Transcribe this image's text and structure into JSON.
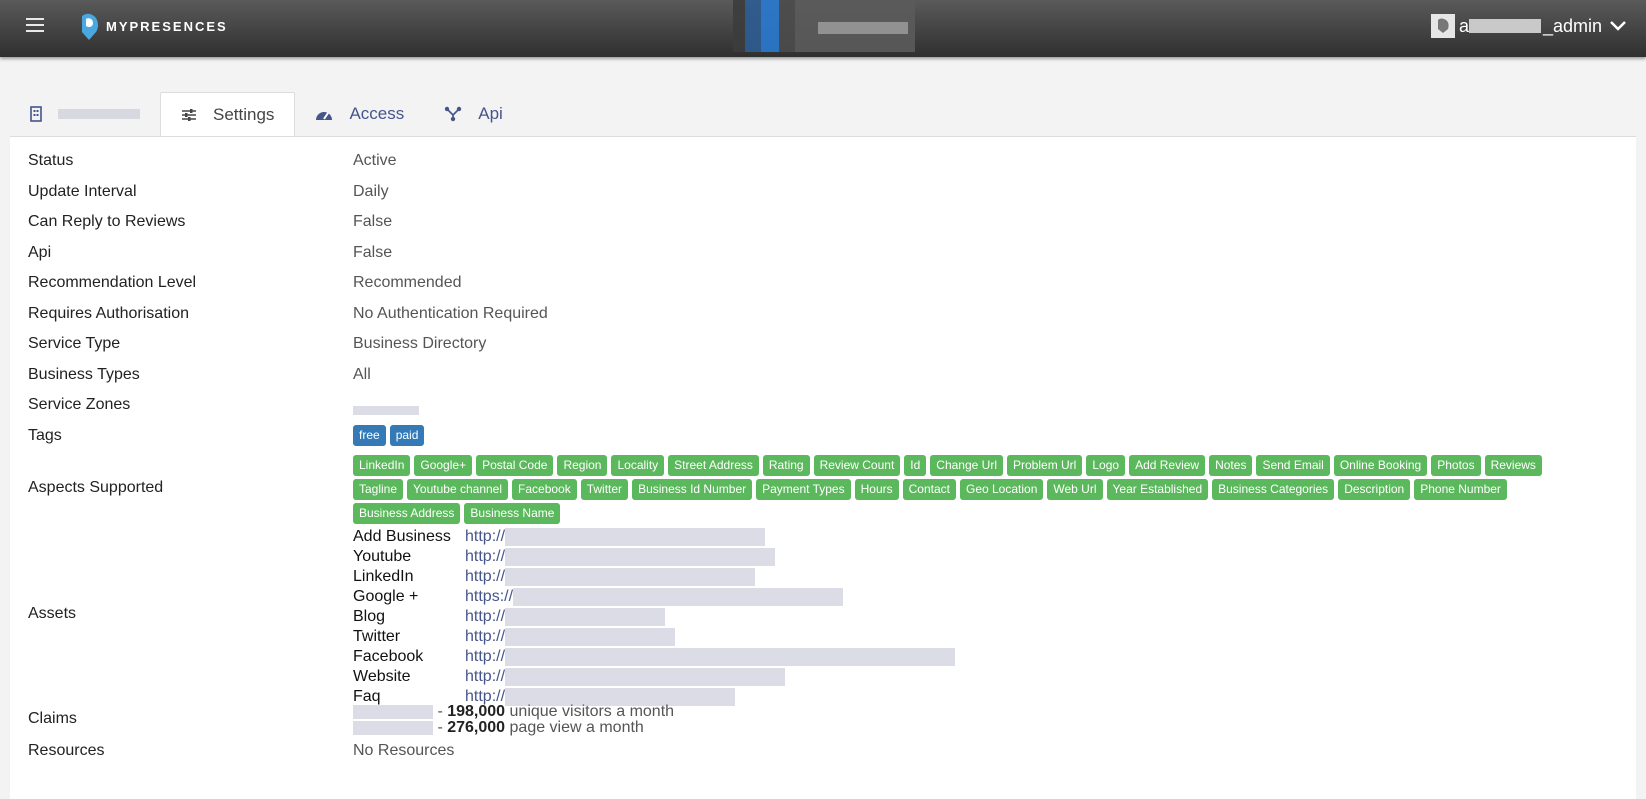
{
  "header": {
    "brand": "MYPRESENCES",
    "user_name": "_admin",
    "icons": [
      "hamburger-icon",
      "logo-icon",
      "user-avatar-icon",
      "chevron-down-icon"
    ]
  },
  "tabs": [
    {
      "label": "",
      "icon": "building-icon"
    },
    {
      "label": "Settings",
      "icon": "sliders-icon",
      "active": true
    },
    {
      "label": "Access",
      "icon": "gauge-icon"
    },
    {
      "label": "Api",
      "icon": "share-icon"
    }
  ],
  "details": {
    "status": {
      "label": "Status",
      "value": "Active"
    },
    "update_interval": {
      "label": "Update Interval",
      "value": "Daily"
    },
    "can_reply": {
      "label": "Can Reply to Reviews",
      "value": "False"
    },
    "api": {
      "label": "Api",
      "value": "False"
    },
    "recommendation": {
      "label": "Recommendation Level",
      "value": "Recommended"
    },
    "requires_auth": {
      "label": "Requires Authorisation",
      "value": "No Authentication Required"
    },
    "service_type": {
      "label": "Service Type",
      "value": "Business Directory"
    },
    "business_types": {
      "label": "Business Types",
      "value": "All"
    },
    "service_zones": {
      "label": "Service Zones",
      "value": ""
    },
    "tags": {
      "label": "Tags",
      "values": [
        "free",
        "paid"
      ]
    },
    "aspects": {
      "label": "Aspects Supported",
      "values": [
        "LinkedIn",
        "Google+",
        "Postal Code",
        "Region",
        "Locality",
        "Street Address",
        "Rating",
        "Review Count",
        "Id",
        "Change Url",
        "Problem Url",
        "Logo",
        "Add Review",
        "Notes",
        "Send Email",
        "Online Booking",
        "Photos",
        "Reviews",
        "Tagline",
        "Youtube channel",
        "Facebook",
        "Twitter",
        "Business Id Number",
        "Payment Types",
        "Hours",
        "Contact",
        "Geo Location",
        "Web Url",
        "Year Established",
        "Business Categories",
        "Description",
        "Phone Number",
        "Business Address",
        "Business Name"
      ]
    },
    "assets": {
      "label": "Assets",
      "items": [
        {
          "name": "Add Business",
          "link": "http://"
        },
        {
          "name": "Youtube",
          "link": "http://"
        },
        {
          "name": "LinkedIn",
          "link": "http://"
        },
        {
          "name": "Google +",
          "link": "https://"
        },
        {
          "name": "Blog",
          "link": "http://"
        },
        {
          "name": "Twitter",
          "link": "http://"
        },
        {
          "name": "Facebook",
          "link": "http://"
        },
        {
          "name": "Website",
          "link": "http://"
        },
        {
          "name": "Faq",
          "link": "http://"
        }
      ]
    },
    "claims": {
      "label": "Claims",
      "lines": [
        {
          "number": "198,000",
          "text": "unique visitors a month"
        },
        {
          "number": "276,000",
          "text": "page view a month"
        }
      ]
    },
    "resources": {
      "label": "Resources",
      "value": "No Resources"
    }
  },
  "colors": {
    "tag_blue": "#337ab7",
    "aspect_green": "#5cb85c",
    "link": "#46558a"
  }
}
